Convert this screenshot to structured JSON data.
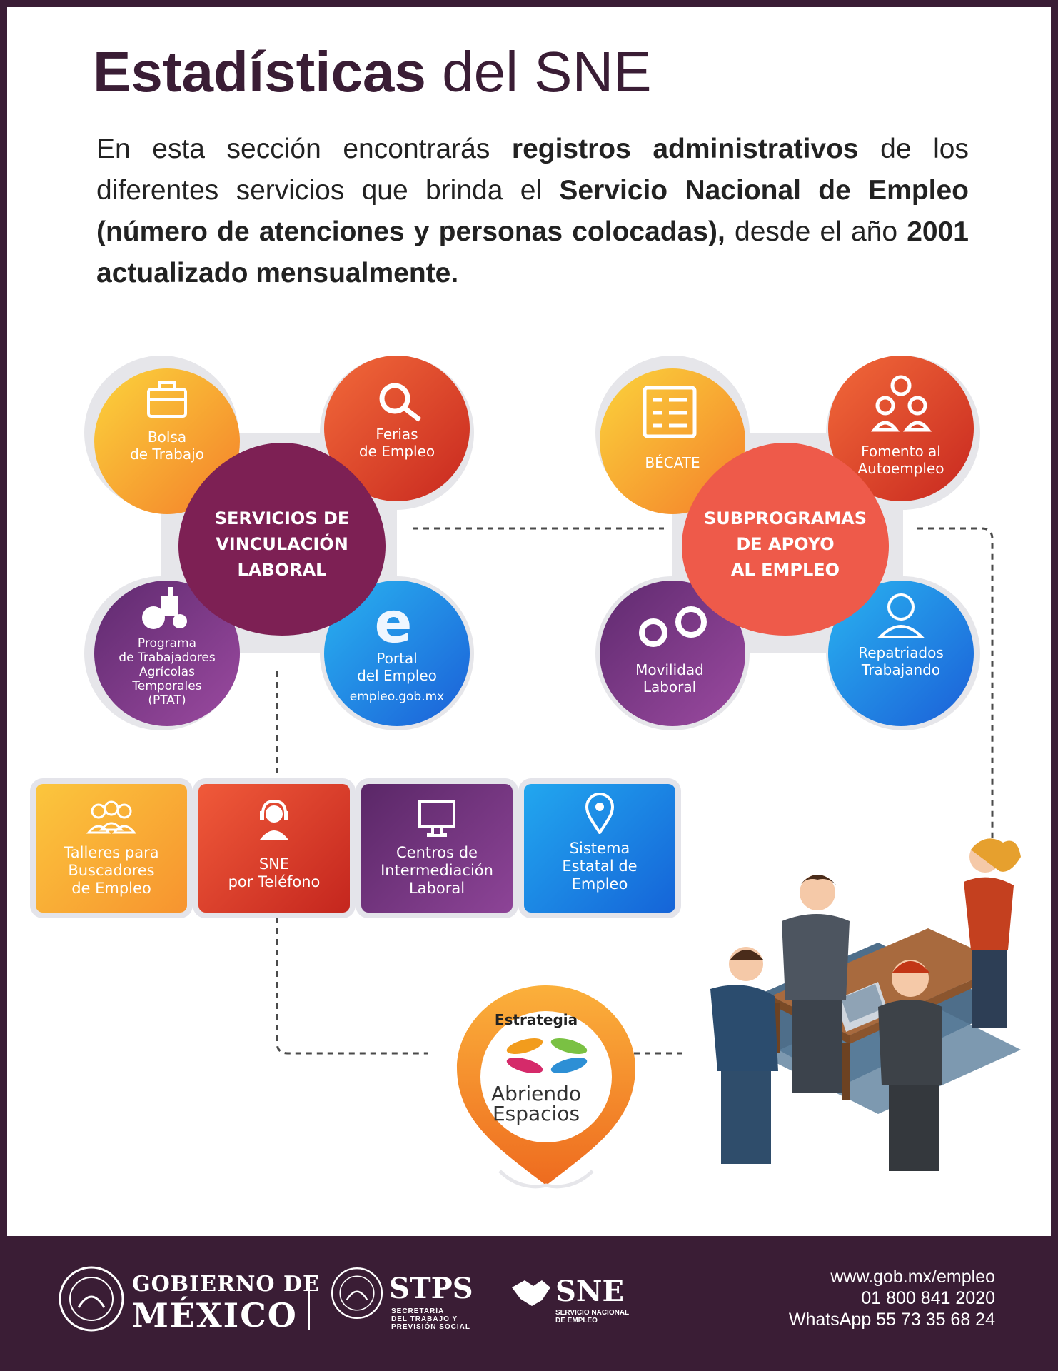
{
  "header": {
    "title_bold": "Estadísticas",
    "title_rest": " del SNE",
    "intro_1": "En esta sección encontrarás ",
    "intro_b1": "registros administrativos",
    "intro_2": " de los diferentes servicios que brinda el ",
    "intro_b2": "Servicio Nacional de Empleo (número de atenciones y personas colocadas),",
    "intro_3": " desde el año ",
    "intro_b3": "2001 actualizado mensualmente."
  },
  "vinculacion": {
    "center": [
      "SERVICIOS DE",
      "VINCULACIÓN",
      "LABORAL"
    ],
    "bolsa": [
      "Bolsa",
      "de Trabajo"
    ],
    "ferias": [
      "Ferias",
      "de Empleo"
    ],
    "ptat": [
      "Programa",
      "de Trabajadores",
      "Agrícolas",
      "Temporales",
      "(PTAT)"
    ],
    "portal": [
      "Portal",
      "del Empleo"
    ],
    "portal_url": "empleo.gob.mx",
    "portal_icon_letter": "e"
  },
  "subprogramas": {
    "center": [
      "SUBPROGRAMAS",
      "DE APOYO",
      "AL EMPLEO"
    ],
    "becate": "BÉCATE",
    "fomento": [
      "Fomento al",
      "Autoempleo"
    ],
    "movilidad": [
      "Movilidad",
      "Laboral"
    ],
    "repatriados": [
      "Repatriados",
      "Trabajando"
    ]
  },
  "cards": [
    {
      "lines": [
        "Talleres para",
        "Buscadores",
        "de Empleo"
      ],
      "icon": "group-icon",
      "color": "#f8a43a"
    },
    {
      "lines": [
        "SNE",
        "por Teléfono"
      ],
      "icon": "headset-icon",
      "color": "#e53f35"
    },
    {
      "lines": [
        "Centros de",
        "Intermediación",
        "Laboral"
      ],
      "icon": "monitor-icon",
      "color": "#6e2f6c"
    },
    {
      "lines": [
        "Sistema",
        "Estatal de",
        "Empleo"
      ],
      "icon": "location-pin-icon",
      "color": "#1a7fe0"
    }
  ],
  "estrategia": {
    "top": "Estrategia",
    "line1": "Abriendo",
    "line2": "Espacios"
  },
  "footer": {
    "gob_line1": "GOBIERNO DE",
    "gob_line2": "MÉXICO",
    "stps": "STPS",
    "stps_sub": [
      "SECRETARÍA",
      "DEL TRABAJO Y",
      "PREVISIÓN SOCIAL"
    ],
    "sne": "SNE",
    "sne_sub": [
      "SERVICIO NACIONAL",
      "DE EMPLEO"
    ],
    "web": "www.gob.mx/empleo",
    "phone": "01 800 841 2020",
    "whatsapp": "WhatsApp 55 73 35 68 24"
  },
  "colors": {
    "purple_dark": "#3a1d35",
    "orange": "#f8a43a",
    "red": "#e53f35",
    "purple": "#7d2a5e",
    "blue": "#1a7fe0"
  }
}
